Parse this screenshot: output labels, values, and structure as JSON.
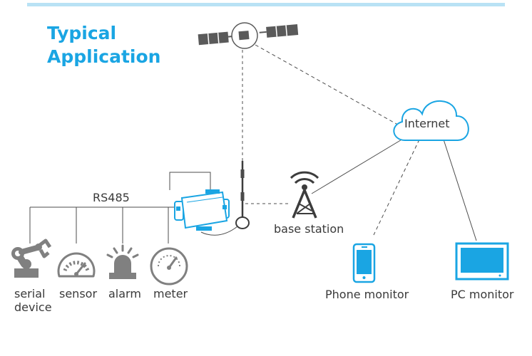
{
  "title": {
    "line1": "Typical",
    "line2": "Application"
  },
  "colors": {
    "accent": "#1aa5e3",
    "device_gray": "#808080",
    "line": "#4d4d4d",
    "bar": "#b9e2f5"
  },
  "bus": {
    "label": "RS485"
  },
  "cloud": {
    "label": "Internet",
    "icon": "cloud-icon"
  },
  "tower": {
    "label": "base station",
    "icon": "cell-tower-icon"
  },
  "satellite": {
    "icon": "satellite-icon"
  },
  "gateway": {
    "icon": "dtu-modem-icon"
  },
  "devices": [
    {
      "label_line1": "serial",
      "label_line2": "device",
      "icon": "robot-arm-icon"
    },
    {
      "label_line1": "sensor",
      "label_line2": "",
      "icon": "gauge-icon"
    },
    {
      "label_line1": "alarm",
      "label_line2": "",
      "icon": "siren-icon"
    },
    {
      "label_line1": "meter",
      "label_line2": "",
      "icon": "meter-icon"
    }
  ],
  "monitors": [
    {
      "label": "Phone monitor",
      "icon": "phone-icon"
    },
    {
      "label": "PC monitor",
      "icon": "pc-monitor-icon"
    }
  ]
}
